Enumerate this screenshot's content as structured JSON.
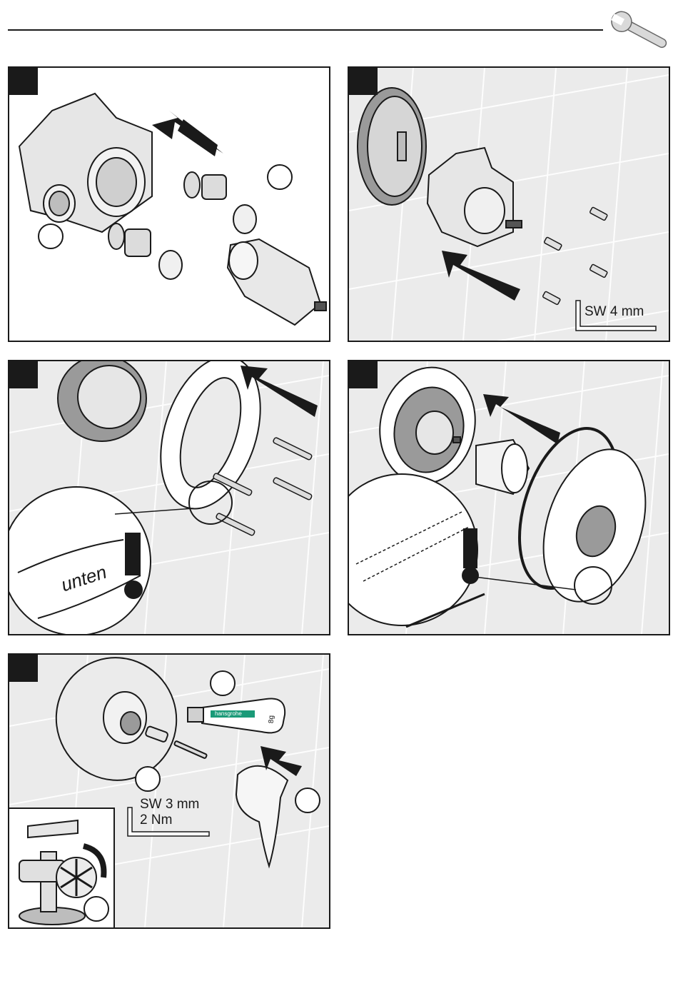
{
  "header": {
    "tool_icon": "wrench-icon"
  },
  "panels": [
    {
      "step": "",
      "callouts": [
        "",
        ""
      ]
    },
    {
      "step": "",
      "tool_label": "SW 4 mm"
    },
    {
      "step": "",
      "word": "unten"
    },
    {
      "step": ""
    },
    {
      "step": "",
      "tool_label_1": "SW 3 mm",
      "tool_label_2": "2 Nm",
      "tube_brand": "hansgrohe",
      "tube_size": "8g",
      "callouts": [
        "",
        "",
        "",
        ""
      ]
    }
  ],
  "colors": {
    "ink": "#1a1a1a",
    "tile_bg": "#ebebeb",
    "tube_band": "#1a9a78"
  }
}
